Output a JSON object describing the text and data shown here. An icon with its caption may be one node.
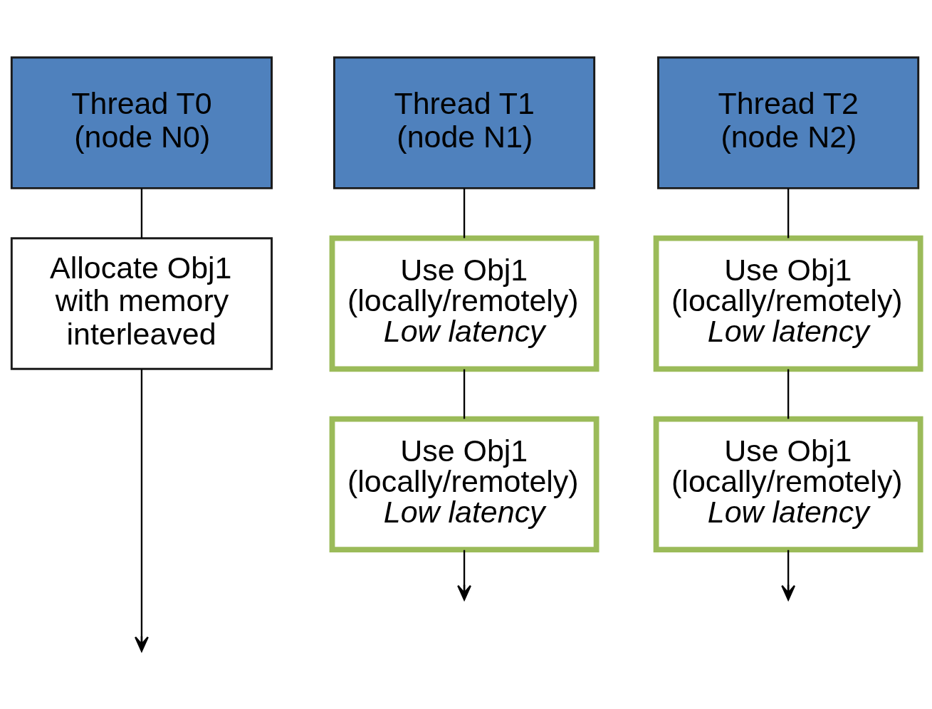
{
  "diagram": {
    "nodes": [
      {
        "text": [
          "Thread T0 (node N0)"
        ]
      },
      {
        "text": [
          "Allocate Obj1 with memory interleaved"
        ]
      },
      {
        "text": [
          "Thread T1 (node N1)"
        ]
      },
      {
        "text": [
          "Use Obj1 (locally/remotely)",
          "Low latency"
        ]
      },
      {
        "text": [
          "Use Obj1 (locally/remotely)",
          "Low latency"
        ]
      },
      {
        "text": [
          "Thread T2 (node N2)"
        ]
      },
      {
        "text": [
          "Use Obj1 (locally/remotely)",
          "Low latency"
        ]
      },
      {
        "text": [
          "Use Obj1 (locally/remotely)",
          "Low latency"
        ]
      }
    ],
    "edges": [
      {
        "from": 0,
        "to": 1,
        "arrow": "none"
      },
      {
        "from": 1,
        "to": null,
        "arrow": "to"
      },
      {
        "from": 2,
        "to": 3,
        "arrow": "none"
      },
      {
        "from": 3,
        "to": 4,
        "arrow": "none"
      },
      {
        "from": 4,
        "to": null,
        "arrow": "to"
      },
      {
        "from": 5,
        "to": 6,
        "arrow": "none"
      },
      {
        "from": 6,
        "to": 7,
        "arrow": "none"
      },
      {
        "from": 7,
        "to": null,
        "arrow": "to"
      }
    ]
  }
}
